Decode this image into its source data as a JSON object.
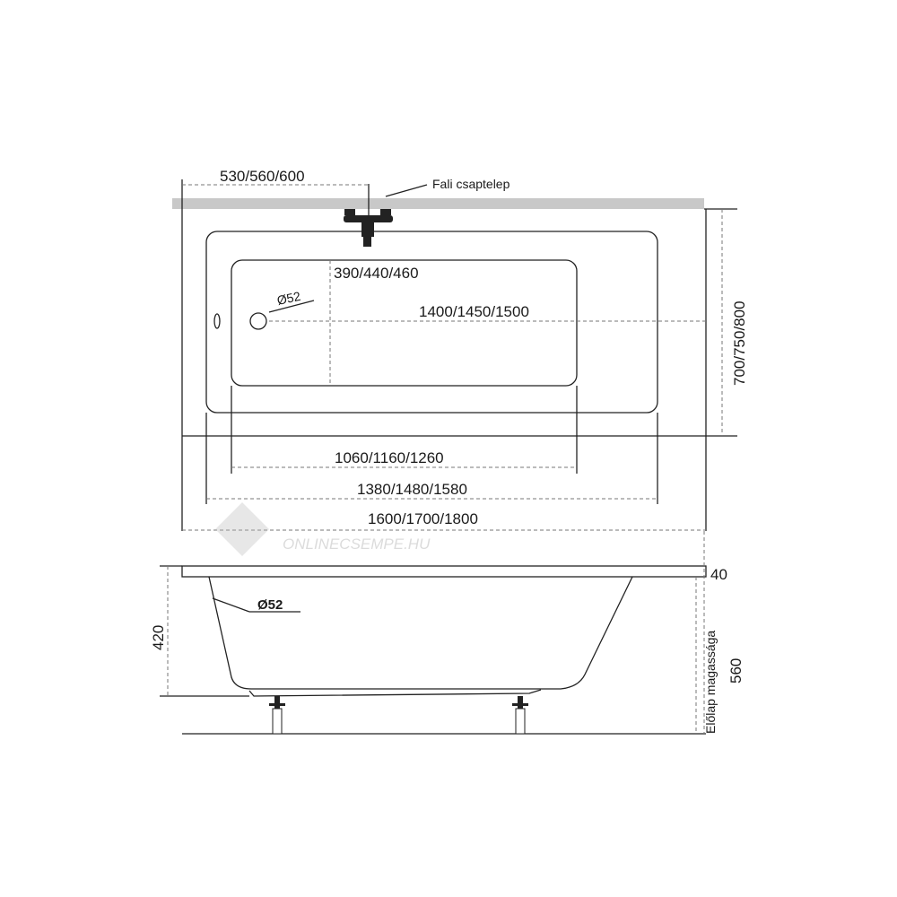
{
  "labels": {
    "faucet_offset": "530/560/600",
    "faucet_label": "Fali csaptelep",
    "drain_offset": "390/440/460",
    "drain_diameter_top": "Ø52",
    "inner_length_line": "1400/1450/1500",
    "width": "700/750/800",
    "basin_length": "1060/1160/1260",
    "inner_rim_length": "1380/1480/1580",
    "total_length": "1600/1700/1800",
    "rim_thickness": "40",
    "tub_height": "420",
    "drain_diameter_side": "Ø52",
    "front_panel_label": "Előlap magassága",
    "front_panel_height": "560"
  },
  "watermark": "ONLINECSEMPE.HU"
}
